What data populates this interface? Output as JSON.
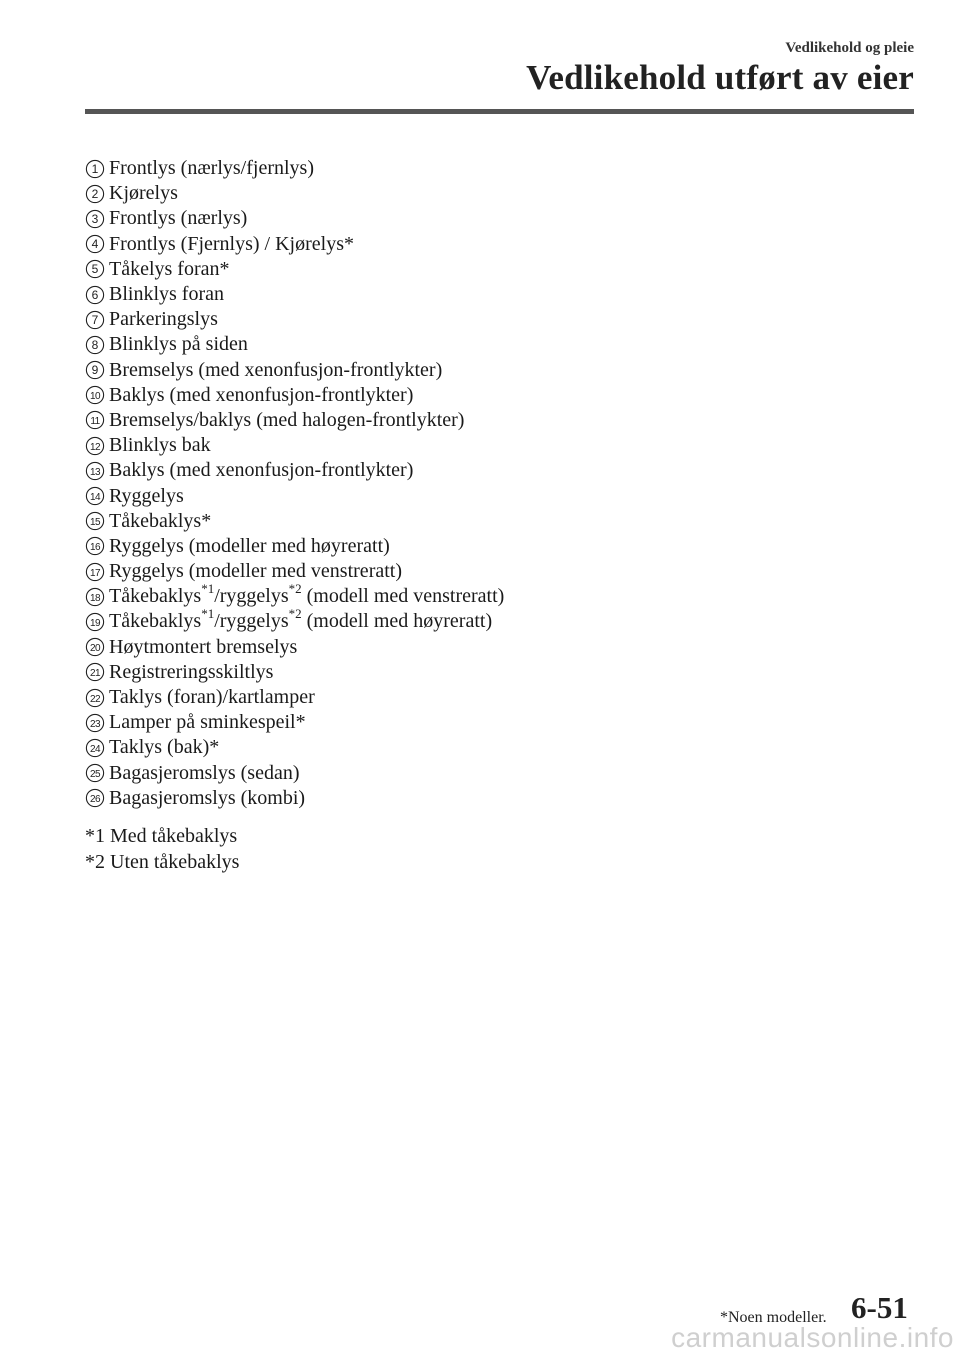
{
  "header": {
    "section": "Vedlikehold og pleie",
    "title": "Vedlikehold utført av eier"
  },
  "items": [
    {
      "number": "1",
      "label": "Frontlys (nærlys/fjernlys)"
    },
    {
      "number": "2",
      "label": "Kjørelys"
    },
    {
      "number": "3",
      "label": "Frontlys (nærlys)"
    },
    {
      "number": "4",
      "label": "Frontlys (Fjernlys) / Kjørelys*"
    },
    {
      "number": "5",
      "label": "Tåkelys foran*"
    },
    {
      "number": "6",
      "label": "Blinklys foran"
    },
    {
      "number": "7",
      "label": "Parkeringslys"
    },
    {
      "number": "8",
      "label": "Blinklys på siden"
    },
    {
      "number": "9",
      "label": "Bremselys (med xenonfusjon-frontlykter)"
    },
    {
      "number": "10",
      "label": "Baklys (med xenonfusjon-frontlykter)"
    },
    {
      "number": "11",
      "label": "Bremselys/baklys (med halogen-frontlykter)"
    },
    {
      "number": "12",
      "label": "Blinklys bak"
    },
    {
      "number": "13",
      "label": "Baklys (med xenonfusjon-frontlykter)"
    },
    {
      "number": "14",
      "label": "Ryggelys"
    },
    {
      "number": "15",
      "label": "Tåkebaklys*"
    },
    {
      "number": "16",
      "label": "Ryggelys (modeller med høyreratt)"
    },
    {
      "number": "17",
      "label": "Ryggelys (modeller med venstreratt)"
    },
    {
      "number": "18",
      "parts": [
        "Tåkebaklys",
        "*1",
        "/ryggelys",
        "*2",
        " (modell med venstreratt)"
      ]
    },
    {
      "number": "19",
      "parts": [
        "Tåkebaklys",
        "*1",
        "/ryggelys",
        "*2",
        " (modell med høyreratt)"
      ]
    },
    {
      "number": "20",
      "label": "Høytmontert bremselys"
    },
    {
      "number": "21",
      "label": "Registreringsskiltlys"
    },
    {
      "number": "22",
      "label": "Taklys (foran)/kartlamper"
    },
    {
      "number": "23",
      "label": "Lamper på sminkespeil*"
    },
    {
      "number": "24",
      "label": "Taklys (bak)*"
    },
    {
      "number": "25",
      "label": "Bagasjeromslys (sedan)"
    },
    {
      "number": "26",
      "label": "Bagasjeromslys (kombi)"
    }
  ],
  "notes": [
    "*1 Med tåkebaklys",
    "*2 Uten tåkebaklys"
  ],
  "footer": {
    "note": "*Noen modeller.",
    "page": "6-51"
  },
  "watermark": "carmanualsonline.info"
}
